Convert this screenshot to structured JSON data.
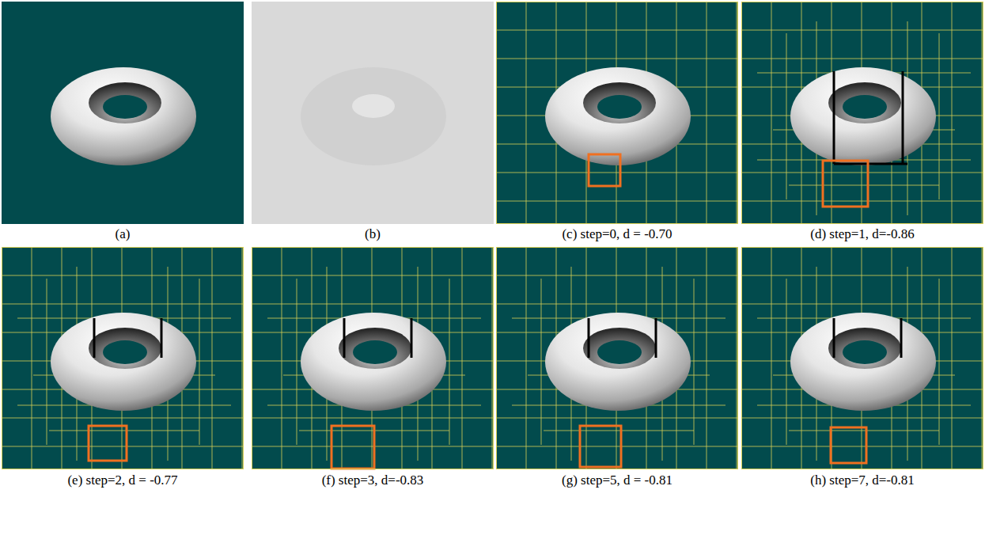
{
  "diagram": {
    "labels": [
      "(a)",
      "(b)",
      "(c) step=0, d = -0.70",
      "(d) step=1, d=-0.86",
      "(e) step=2, d = -0.77",
      "(f) step=3, d=-0.83",
      "(g) step=5, d = -0.81",
      "(h) step=7, d=-0.81"
    ]
  }
}
